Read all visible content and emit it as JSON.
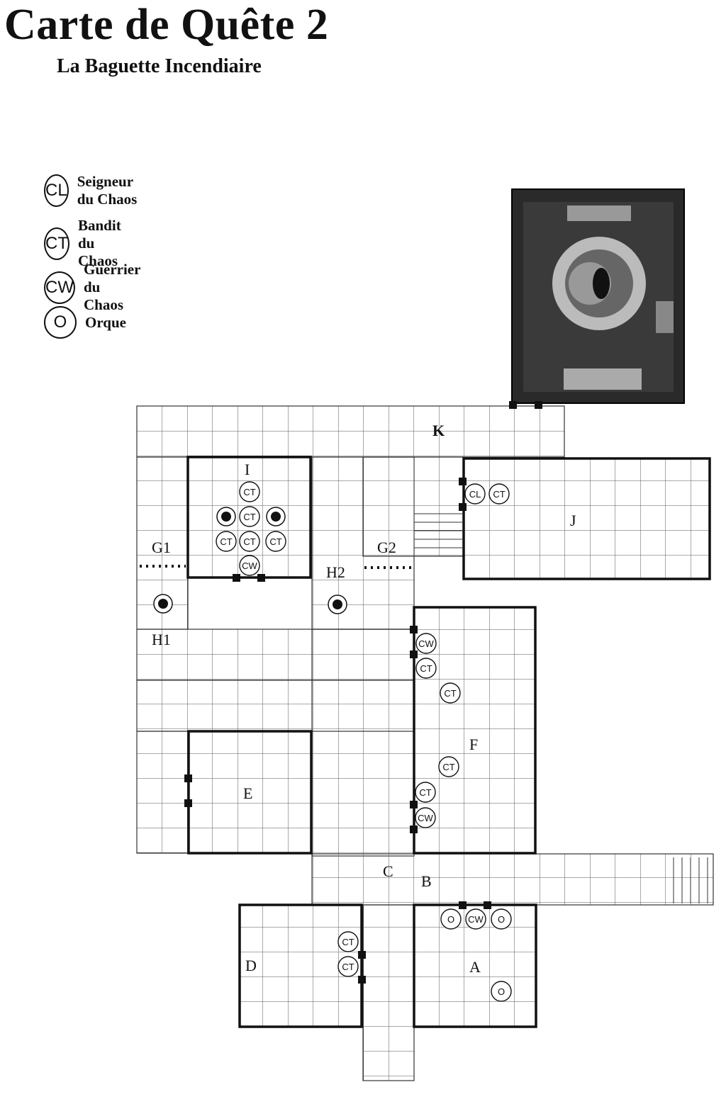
{
  "title": "Carte de Quête 2",
  "subtitle": "La Baguette Incendiaire",
  "legend": [
    {
      "code": "CL",
      "label": "Seigneur du Chaos"
    },
    {
      "code": "CT",
      "label": "Bandit du Chaos"
    },
    {
      "code": "CW",
      "label": "Guerrier du Chaos"
    },
    {
      "code": "O",
      "label": "Orque"
    }
  ],
  "rooms": [
    {
      "id": "I",
      "label": "I"
    },
    {
      "id": "J",
      "label": "J"
    },
    {
      "id": "K",
      "label": "K"
    },
    {
      "id": "F",
      "label": "F"
    },
    {
      "id": "E",
      "label": "E"
    },
    {
      "id": "C",
      "label": "C"
    },
    {
      "id": "B",
      "label": "B"
    },
    {
      "id": "D",
      "label": "D"
    },
    {
      "id": "A",
      "label": "A"
    },
    {
      "id": "G1",
      "label": "G1"
    },
    {
      "id": "G2",
      "label": "G2"
    },
    {
      "id": "H1",
      "label": "H1"
    },
    {
      "id": "H2",
      "label": "H2"
    }
  ],
  "monsters": [
    {
      "room": "I",
      "code": "CT"
    },
    {
      "room": "I",
      "code": "CT"
    },
    {
      "room": "I",
      "code": "CT"
    },
    {
      "room": "I",
      "code": "CT"
    },
    {
      "room": "I",
      "code": "CT"
    },
    {
      "room": "I",
      "code": "CW"
    },
    {
      "room": "J",
      "code": "CL"
    },
    {
      "room": "J",
      "code": "CT"
    },
    {
      "room": "F",
      "code": "CW"
    },
    {
      "room": "F",
      "code": "CT"
    },
    {
      "room": "F",
      "code": "CT"
    },
    {
      "room": "F",
      "code": "CT"
    },
    {
      "room": "F",
      "code": "CT"
    },
    {
      "room": "F",
      "code": "CW"
    },
    {
      "room": "D",
      "code": "CT"
    },
    {
      "room": "D",
      "code": "CT"
    },
    {
      "room": "A",
      "code": "O"
    },
    {
      "room": "A",
      "code": "CW"
    },
    {
      "room": "A",
      "code": "O"
    },
    {
      "room": "A",
      "code": "O"
    }
  ],
  "colors": {
    "ink": "#111111",
    "paper": "#ffffff",
    "grid": "#555555",
    "board": "#2a2a2a"
  }
}
